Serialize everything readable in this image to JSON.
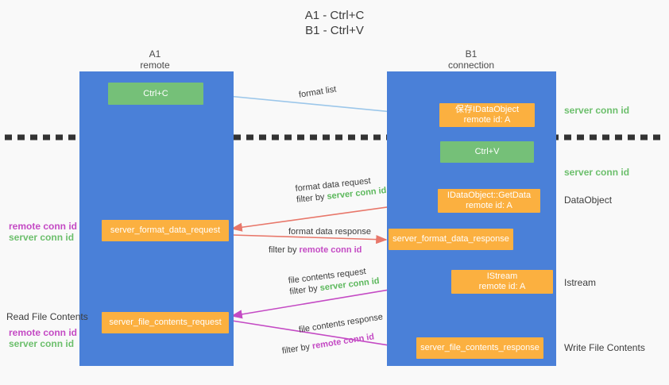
{
  "title": {
    "line1": "A1 - Ctrl+C",
    "line2": "B1 - Ctrl+V"
  },
  "lanes": [
    {
      "id": "a1",
      "name": "A1",
      "role": "remote"
    },
    {
      "id": "b1",
      "name": "B1",
      "role": "connection"
    }
  ],
  "nodes": {
    "ctrl_c": {
      "line1": "Ctrl+C",
      "line2": ""
    },
    "save_idataobject": {
      "line1": "保存IDataObject",
      "line2": "remote id: A"
    },
    "ctrl_v": {
      "line1": "Ctrl+V",
      "line2": ""
    },
    "getdata": {
      "line1": "IDataObject::GetData",
      "line2": "remote id: A"
    },
    "istream": {
      "line1": "IStream",
      "line2": "remote id: A"
    },
    "fmt_req": {
      "line1": "server_format_data_request",
      "line2": ""
    },
    "fmt_resp": {
      "line1": "server_format_data_response",
      "line2": ""
    },
    "file_req": {
      "line1": "server_file_contents_request",
      "line2": ""
    },
    "file_resp": {
      "line1": "server_file_contents_response",
      "line2": ""
    }
  },
  "edges": {
    "format_list": {
      "label": "format list"
    },
    "format_data_request": {
      "label": "format data request",
      "filter_prefix": "filter by",
      "filter_key": "server conn id"
    },
    "format_data_response": {
      "label": "format data response",
      "filter_prefix": "filter by",
      "filter_key": "remote conn id"
    },
    "file_contents_request": {
      "label": "file contents request",
      "filter_prefix": "filter by",
      "filter_key": "server conn id"
    },
    "file_contents_response": {
      "label": "file contents response",
      "filter_prefix": "filter by",
      "filter_key": "remote conn id"
    }
  },
  "annotations": {
    "right_server_conn_1": "server conn id",
    "right_server_conn_2": "server conn id",
    "right_dataobject": "DataObject",
    "right_istream": "Istream",
    "right_write_file": "Write File Contents",
    "left_remote_conn_1": "remote conn id",
    "left_server_conn_1": "server conn id",
    "left_read_file": "Read File Contents",
    "left_remote_conn_2": "remote conn id",
    "left_server_conn_2": "server conn id"
  },
  "colors": {
    "background": "#f9f9f9",
    "lane": "#4a80d8",
    "node_green": "#75c078",
    "node_orange": "#fbb040",
    "arrow_light_blue": "#9cc7ea",
    "arrow_red": "#e8776a",
    "arrow_magenta": "#c44ac4",
    "arrow_black": "#1a1a1a",
    "text_green": "#6cbf6c",
    "text_purple": "#c44ac4",
    "divider": "#333333"
  }
}
